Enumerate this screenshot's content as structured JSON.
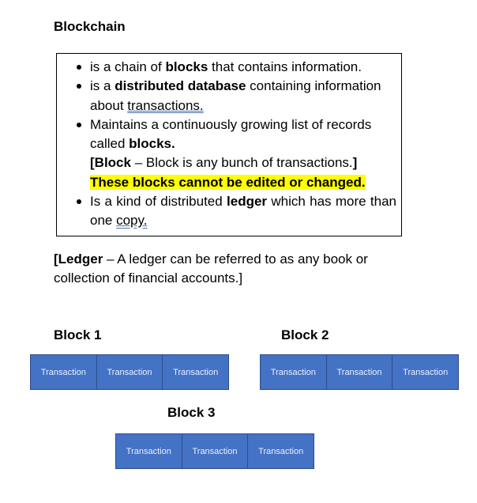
{
  "title": "Blockchain",
  "bullets": {
    "b1": {
      "pre": "is a chain of ",
      "bold": "blocks",
      "post": " that contains information."
    },
    "b2": {
      "pre": "is a ",
      "bold": "distributed database",
      "post": " containing information about ",
      "link": "transactions."
    },
    "b3": {
      "pre": "Maintains a continuously growing list of records called ",
      "bold": "blocks.",
      "bracket_open": "[Block",
      "bracket_text": " – Block is any bunch of transactions.",
      "bracket_close": "]",
      "highlight": "These blocks cannot be edited or changed."
    },
    "b4": {
      "pre": "Is a kind of distributed ",
      "bold": "ledger",
      "post": " which has more than one ",
      "link": "copy."
    }
  },
  "ledger_note": {
    "open": "[Ledger",
    "text": " – A ledger can be referred to as any book or collection of financial accounts.]"
  },
  "blocks": [
    {
      "label": "Block 1",
      "cells": [
        "Transaction",
        "Transaction",
        "Transaction"
      ]
    },
    {
      "label": "Block 2",
      "cells": [
        "Transaction",
        "Transaction",
        "Transaction"
      ]
    },
    {
      "label": "Block 3",
      "cells": [
        "Transaction",
        "Transaction",
        "Transaction"
      ]
    }
  ]
}
